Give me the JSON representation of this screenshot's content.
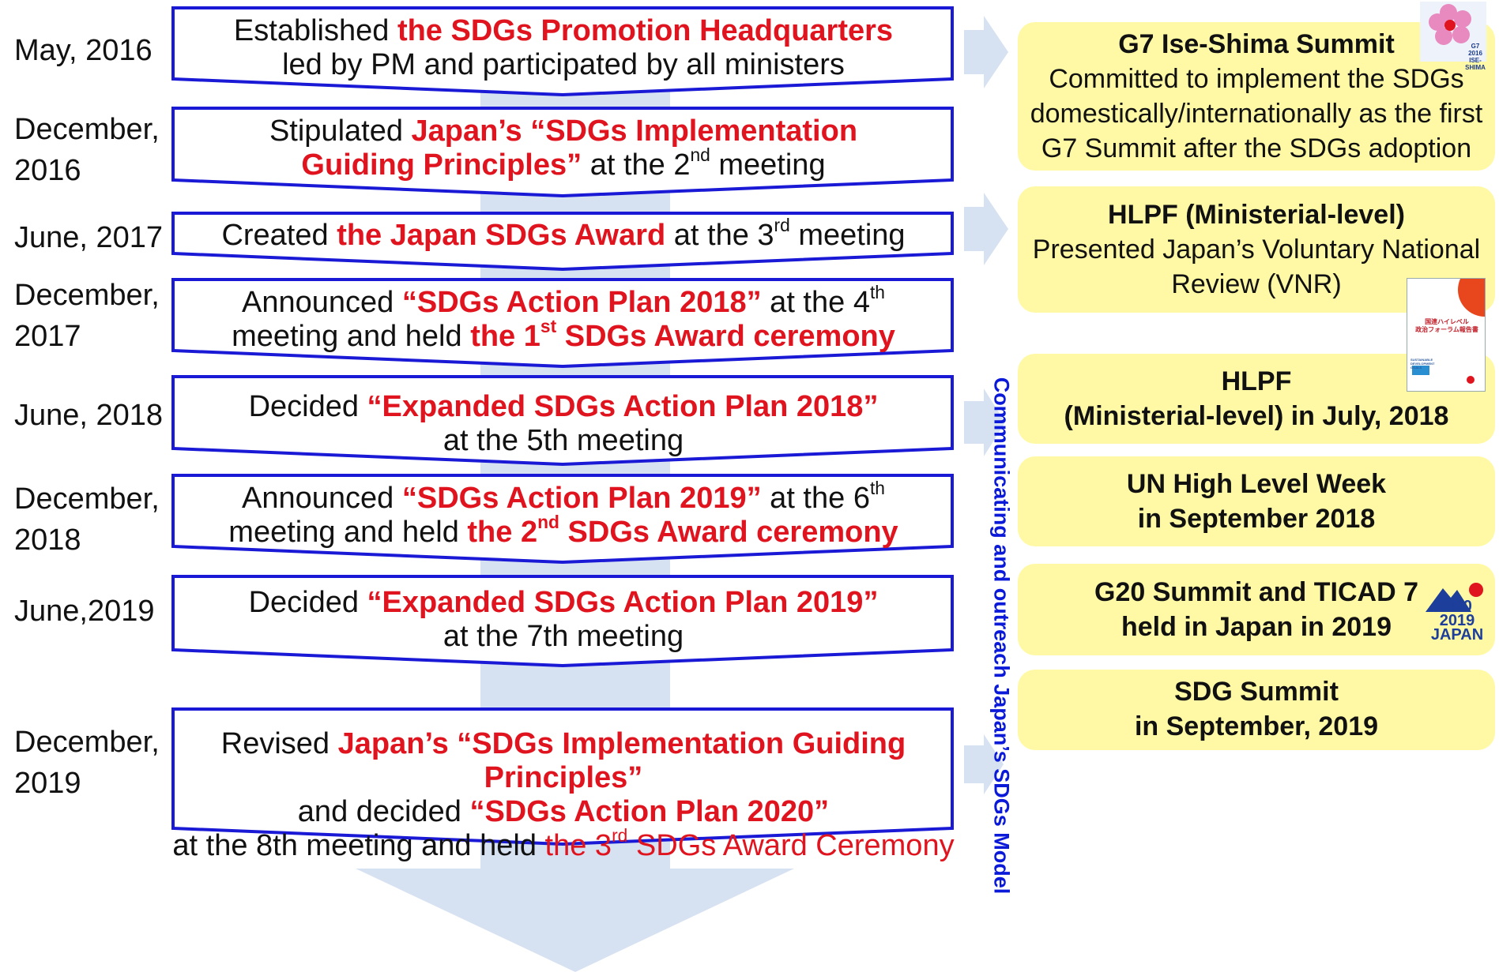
{
  "timeline": [
    {
      "date_lines": [
        "May, 2016"
      ],
      "line1": {
        "pre": "Established ",
        "hl": "the SDGs Promotion Headquarters",
        "post": ""
      },
      "line2": {
        "pre": "led by PM and participated by all ministers",
        "hl": "",
        "post": ""
      }
    },
    {
      "date_lines": [
        "December,",
        "2016"
      ],
      "line1": {
        "pre": "Stipulated ",
        "hl": "Japan’s “SDGs Implementation",
        "post": ""
      },
      "line2": {
        "pre": "",
        "hl": "Guiding Principles”",
        "post": " at the 2",
        "sup": "nd",
        "post2": " meeting"
      }
    },
    {
      "date_lines": [
        "June, 2017"
      ],
      "line1": {
        "pre": "Created ",
        "hl": "the Japan SDGs Award",
        "post": " at the 3",
        "sup": "rd",
        "post2": " meeting"
      }
    },
    {
      "date_lines": [
        "December,",
        "2017"
      ],
      "line1": {
        "pre": "Announced ",
        "hl": "“SDGs Action Plan 2018”",
        "post": " at the 4",
        "sup": "th"
      },
      "line2": {
        "pre": "meeting and held ",
        "hl_a": "the 1",
        "hl_sup": "st",
        "hl_b": " SDGs Award ceremony"
      }
    },
    {
      "date_lines": [
        "June, 2018"
      ],
      "line1": {
        "pre": "Decided ",
        "hl": "“Expanded SDGs Action Plan 2018”",
        "post": ""
      },
      "line2": {
        "pre": "at the 5th meeting"
      }
    },
    {
      "date_lines": [
        "December,",
        "2018"
      ],
      "line1": {
        "pre": "Announced ",
        "hl": "“SDGs Action Plan 2019”",
        "post": " at the 6",
        "sup": "th"
      },
      "line2": {
        "pre": "meeting and held ",
        "hl_a": "the 2",
        "hl_sup": "nd",
        "hl_b": " SDGs Award ceremony"
      }
    },
    {
      "date_lines": [
        "June,2019"
      ],
      "line1": {
        "pre": "Decided ",
        "hl": "“Expanded SDGs Action Plan 2019”",
        "post": ""
      },
      "line2": {
        "pre": "at the 7th meeting"
      }
    },
    {
      "date_lines": [
        "December,",
        "2019"
      ],
      "line1": {
        "pre": "Revised ",
        "hl": "Japan’s “SDGs Implementation Guiding Principles”"
      },
      "line2": {
        "pre": "and decided ",
        "hl": "“SDGs Action Plan 2020”"
      },
      "line3": {
        "pre": "at the 8th meeting and held ",
        "red_a": "the 3",
        "red_sup": "rd",
        "red_b": " SDGs Award Ceremony"
      }
    }
  ],
  "vertical_label": "Communicating and outreach Japan’s SDGs Model",
  "side_boxes": [
    {
      "title": "G7 Ise-Shima Summit",
      "lines": [
        "Committed to implement the SDGs",
        "domestically/internationally as the first",
        "G7 Summit after the SDGs adoption"
      ]
    },
    {
      "title": "HLPF (Ministerial-level)",
      "lines": [
        "Presented Japan’s Voluntary National",
        "Review (VNR)"
      ]
    },
    {
      "title_lines": [
        "HLPF",
        "(Ministerial-level) in July, 2018"
      ]
    },
    {
      "title_lines": [
        "UN High Level Week",
        "in September 2018"
      ]
    },
    {
      "title_lines": [
        "G20 Summit and TICAD 7",
        "held in Japan in 2019"
      ]
    },
    {
      "title_lines": [
        "SDG Summit",
        "in September, 2019"
      ]
    }
  ],
  "logos": {
    "g7": {
      "lines": [
        "G7 2016",
        "ISE-SHIMA"
      ]
    },
    "g20": {
      "lines": [
        "G20",
        "2019",
        "JAPAN"
      ]
    },
    "report": {
      "jp_lines": [
        "国連ハイレベル",
        "政治フォーラム報告書"
      ],
      "sub": "SUSTAINABLE DEVELOPMENT GOALS"
    }
  },
  "colors": {
    "box_border": "#1a1ad6",
    "highlight_red": "#e0141e",
    "side_box_fill": "#fff9a6",
    "arrow_fill": "#d6e2f2",
    "vertical_text": "#0a1ad8"
  }
}
